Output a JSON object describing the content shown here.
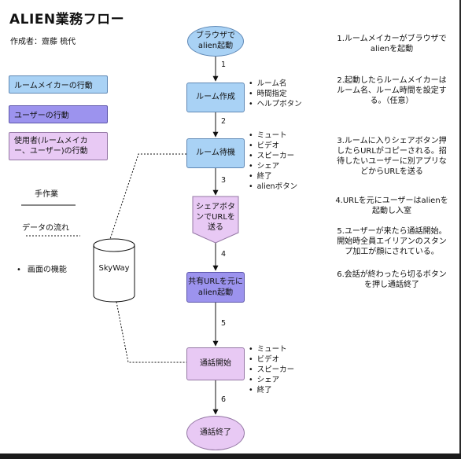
{
  "title": "ALIEN業務フロー",
  "author": "作成者：齋藤 梳代",
  "legend": {
    "room_maker": "ルームメイカーの行動",
    "user": "ユーザーの行動",
    "users_both": "使用者(ルームメイカー、ユーザー)の行動",
    "manual": "手作業",
    "data_flow": "データの流れ",
    "screen_function": "画面の機能"
  },
  "datastore": {
    "label": "SkyWay"
  },
  "nodes": {
    "start": "ブラウザで\nalien起動",
    "create_room": "ルーム作成",
    "room_wait": "ルーム待機",
    "share_url": "シェアボタンでURLを送る",
    "join": "共有URLを元にalien起動",
    "call_start": "通話開始",
    "call_end": "通話終了"
  },
  "arrows": [
    "1",
    "2",
    "3",
    "4",
    "5",
    "6"
  ],
  "features": {
    "create_room": [
      "ルーム名",
      "時間指定",
      "ヘルプボタン"
    ],
    "room_wait": [
      "ミュート",
      "ビデオ",
      "スピーカー",
      "シェア",
      "終了",
      "alienボタン"
    ],
    "call_start": [
      "ミュート",
      "ビデオ",
      "スピーカー",
      "シェア",
      "終了"
    ]
  },
  "notes": [
    "1.ルームメイカーがブラウザで\nalienを起動",
    "2.起動したらルームメイカーは\nルーム名、ルーム時間を設定す\nる。（任意）",
    "3.ルームに入りシェアボタン押\nしたらURLがコピーされる。招\n待したいユーザーに別アプリな\nどからURLを送る",
    "4.URLを元にユーザーはalienを\n起動し入室",
    "5.ユーザーが来たら通話開始。\n開始時全員エイリアンのスタン\nプ加工が顔にされている。",
    "6.会話が終わったら切るボタン\nを押し通話終了"
  ],
  "colors": {
    "room_maker": "#a9d2f5",
    "user": "#9c93ee",
    "users_both": "#e8c9f4"
  }
}
